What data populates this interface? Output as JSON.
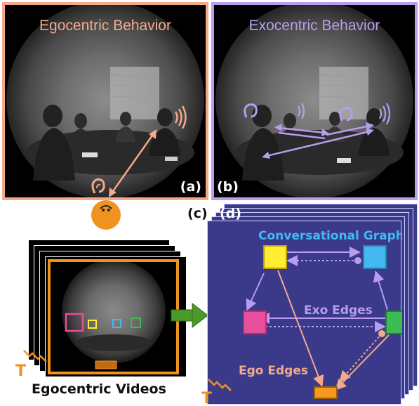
{
  "panel_a": {
    "title": "Egocentric Behavior",
    "tag": "(a)",
    "accent_color": "#f4a98a"
  },
  "panel_b": {
    "title": "Exocentric Behavior",
    "tag": "(b)",
    "accent_color": "#b89cf0"
  },
  "panel_c": {
    "tag": "(c)",
    "caption": "Egocentric Videos",
    "time_symbol": "T",
    "accent_color": "#f0931e"
  },
  "panel_d": {
    "tag": "(d)",
    "graph_title": "Conversational Graph",
    "exo_label": "Exo Edges",
    "ego_label": "Ego Edges",
    "time_symbol": "T",
    "background_color": "#3b3a8a",
    "node_colors": {
      "yellow": "#ffee33",
      "blue": "#44b8f0",
      "pink": "#e84f9a",
      "green": "#3cbc52",
      "orange": "#f59a1e"
    }
  }
}
